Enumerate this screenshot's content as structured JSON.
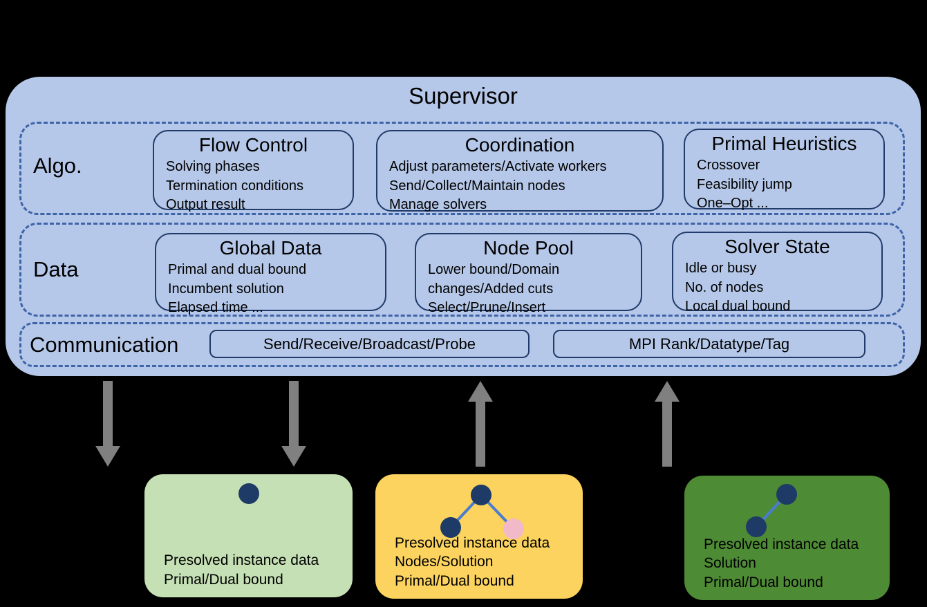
{
  "colors": {
    "background": "#000000",
    "supervisor_fill": "#b6c8e9",
    "dashed_border": "#3d63a8",
    "box_border": "#203a69",
    "arrow": "#808080",
    "worker_green_light": "#c5e0b4",
    "worker_yellow": "#fbd35e",
    "worker_green_dark": "#4e8b35",
    "node_dark": "#1e3a66",
    "node_pink": "#f2bac8",
    "tree_edge": "#4a7cd0",
    "text": "#000000"
  },
  "supervisor": {
    "title": "Supervisor",
    "rows": [
      {
        "label": "Algo.",
        "boxes": [
          {
            "title": "Flow Control",
            "lines": [
              "Solving phases",
              "Termination conditions",
              "Output result"
            ]
          },
          {
            "title": "Coordination",
            "lines": [
              "Adjust parameters/Activate workers",
              "Send/Collect/Maintain nodes",
              "Manage solvers"
            ]
          },
          {
            "title": "Primal Heuristics",
            "lines": [
              "Crossover",
              "Feasibility jump",
              "One–Opt ..."
            ]
          }
        ]
      },
      {
        "label": "Data",
        "boxes": [
          {
            "title": "Global Data",
            "lines": [
              "Primal and dual bound",
              "Incumbent solution",
              "Elapsed time ..."
            ]
          },
          {
            "title": "Node Pool",
            "lines": [
              "Lower bound/Domain",
              "changes/Added cuts",
              "Select/Prune/Insert"
            ]
          },
          {
            "title": "Solver State",
            "lines": [
              "Idle or busy",
              "No. of nodes",
              "Local dual bound"
            ]
          }
        ]
      }
    ],
    "communication": {
      "label": "Communication",
      "boxes": [
        "Send/Receive/Broadcast/Probe",
        "MPI Rank/Datatype/Tag"
      ]
    }
  },
  "workers": [
    {
      "lines": [
        "Presolved instance data",
        "Primal/Dual bound"
      ]
    },
    {
      "lines": [
        "Presolved instance data",
        "Nodes/Solution",
        "Primal/Dual bound"
      ]
    },
    {
      "lines": [
        "Presolved instance data",
        "Solution",
        "Primal/Dual bound"
      ]
    }
  ]
}
